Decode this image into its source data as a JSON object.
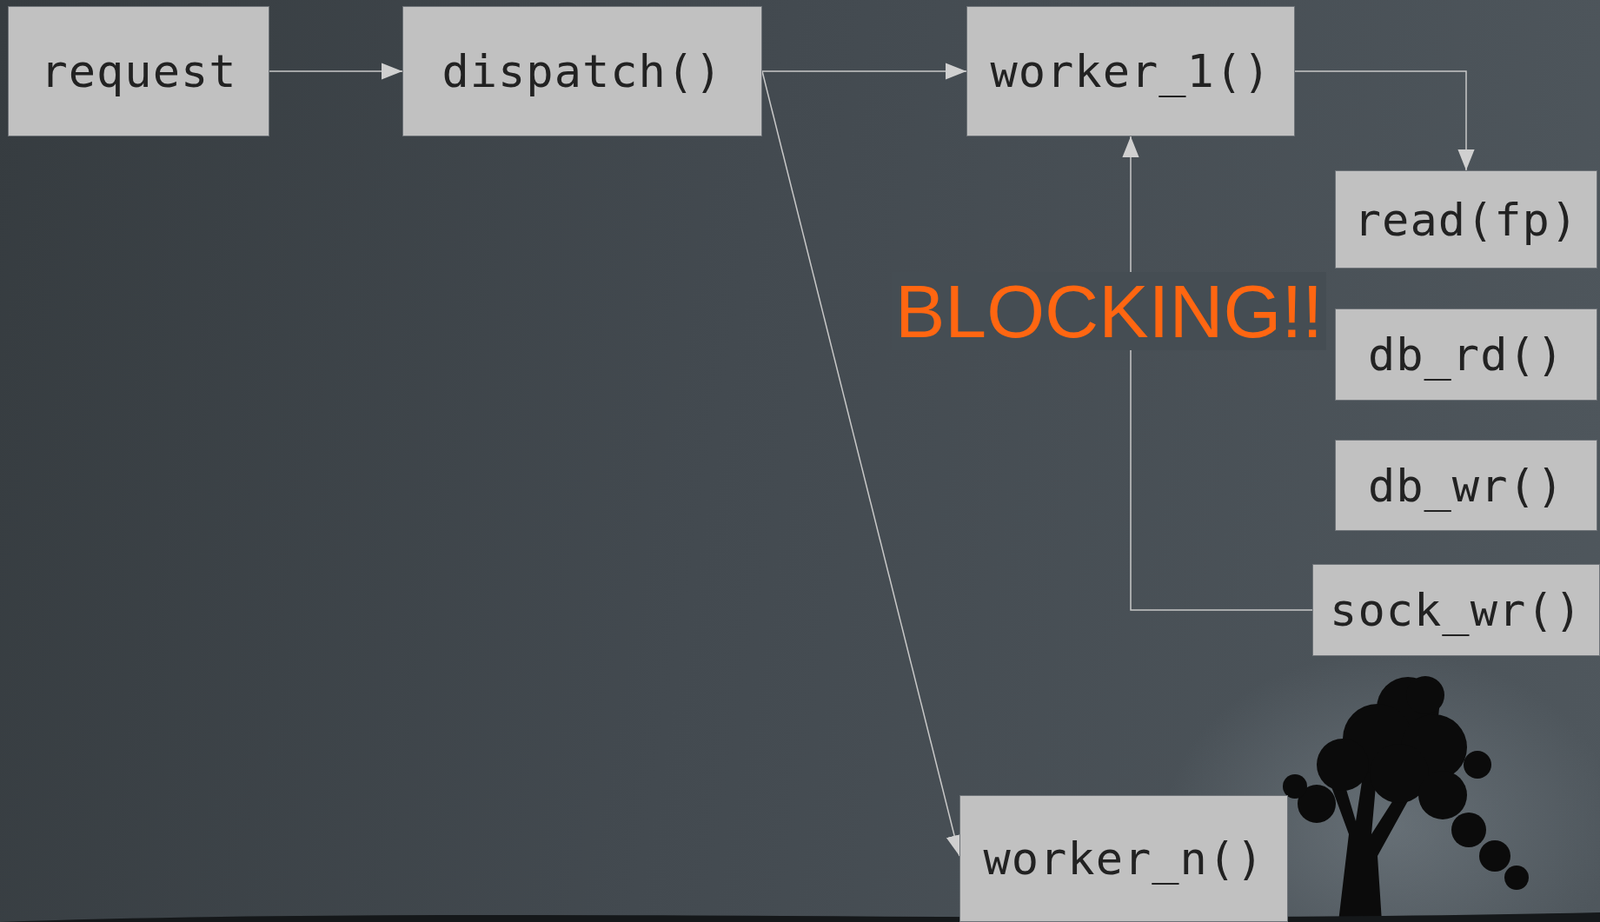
{
  "diagram": {
    "nodes": [
      {
        "text": [
          "request"
        ]
      },
      {
        "text": [
          "dispatch()"
        ]
      },
      {
        "text": [
          "worker_1()"
        ]
      },
      {
        "text": [
          "read(fp)"
        ]
      },
      {
        "text": [
          "db_rd()"
        ]
      },
      {
        "text": [
          "db_wr()"
        ]
      },
      {
        "text": [
          "sock_wr()"
        ]
      },
      {
        "text": [
          "worker_n()"
        ]
      }
    ],
    "edges": [
      {
        "from": 0,
        "to": 1,
        "arrow": "to"
      },
      {
        "from": 1,
        "to": 2,
        "arrow": "to"
      },
      {
        "from": 1,
        "to": 7,
        "arrow": "to"
      },
      {
        "from": 2,
        "to": 3,
        "arrow": "to"
      },
      {
        "from": 6,
        "to": 2,
        "arrow": "to"
      }
    ],
    "labels": [
      "BLOCKING!!"
    ]
  }
}
